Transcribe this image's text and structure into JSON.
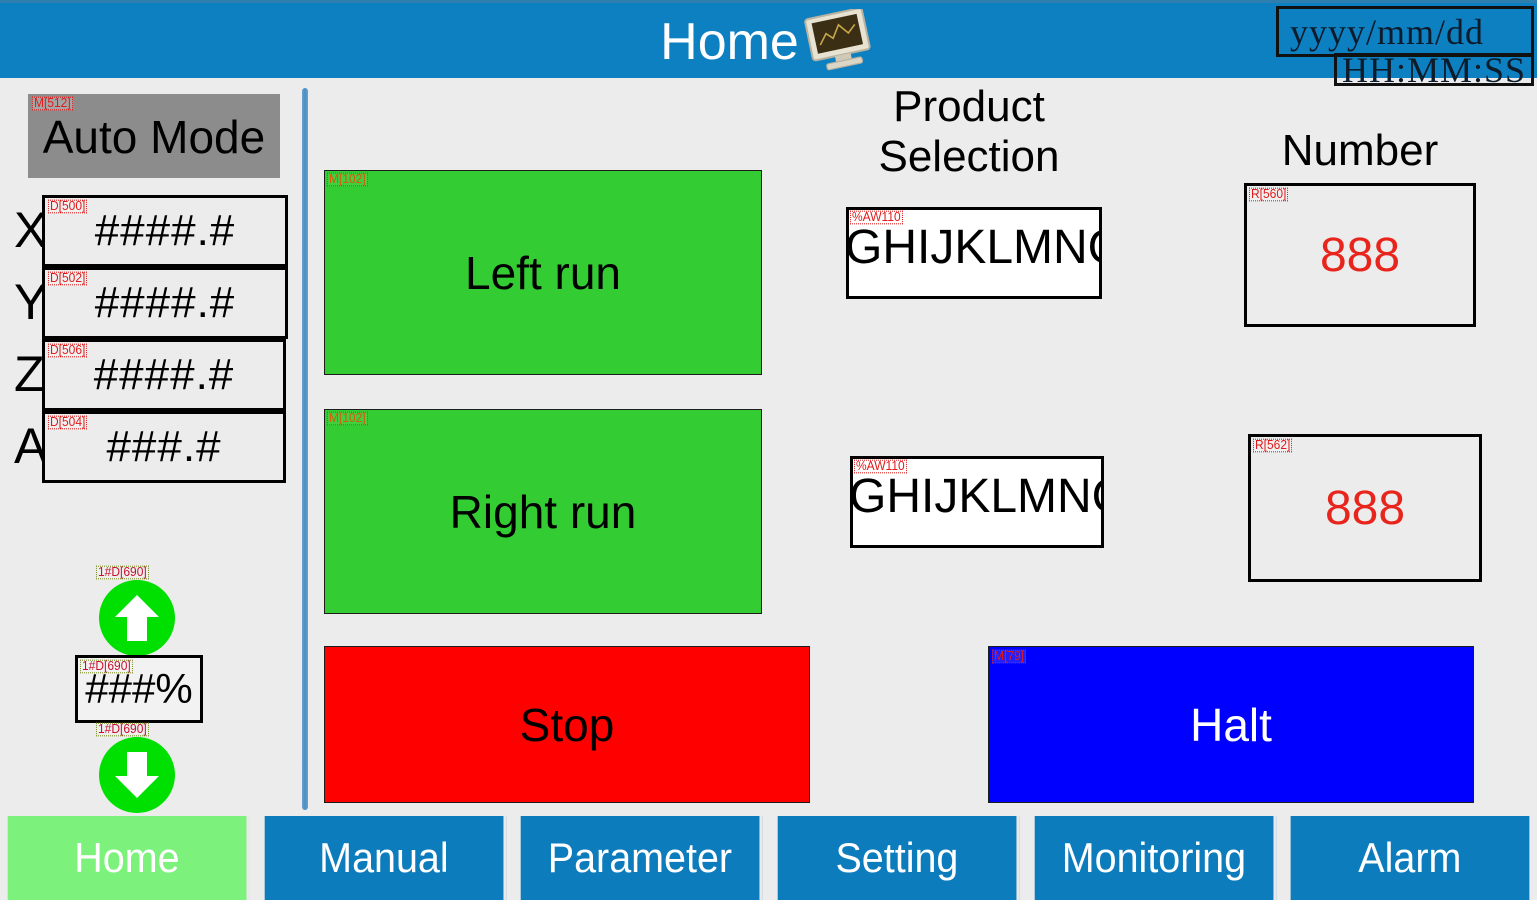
{
  "header": {
    "title": "Home",
    "icon": "monitor-icon",
    "date": "yyyy/mm/dd",
    "time": "HH:MM:SS"
  },
  "left_panel": {
    "mode": {
      "label": "Auto Mode",
      "tag": "M[512]",
      "bg_color": "#8c8c8c"
    },
    "axes": [
      {
        "letter": "X",
        "value": "####.#",
        "tag": "D[500]"
      },
      {
        "letter": "Y",
        "value": "####.#",
        "tag": "D[502]"
      },
      {
        "letter": "Z",
        "value": "####.#",
        "tag": "D[506]"
      },
      {
        "letter": "A",
        "value": "###.#",
        "tag": "D[504]"
      }
    ],
    "speed": {
      "up_arrow": {
        "icon": "arrow-up-icon",
        "tag": "1#D[690]"
      },
      "value": {
        "text": "###%",
        "tag": "1#D[690]"
      },
      "down_arrow": {
        "icon": "arrow-down-icon",
        "tag": "1#D[690]"
      },
      "arrow_color": "#00e000"
    }
  },
  "main": {
    "buttons": [
      {
        "label": "Left run",
        "tag": "M[102]",
        "bg_color": "#33cc33",
        "text_color": "#000000"
      },
      {
        "label": "Right run",
        "tag": "M[102]",
        "bg_color": "#33cc33",
        "text_color": "#000000"
      },
      {
        "label": "Stop",
        "tag": "",
        "bg_color": "#ff0000",
        "text_color": "#000000"
      },
      {
        "label": "Halt",
        "tag": "M[79]",
        "bg_color": "#0000ff",
        "text_color": "#ffffff"
      }
    ],
    "product_selection": {
      "title": "Product\nSelection",
      "fields": [
        {
          "value": "GHIJKLMNO",
          "tag": "%AW110"
        },
        {
          "value": "GHIJKLMNO",
          "tag": "%AW110"
        }
      ]
    },
    "number": {
      "title": "Number",
      "fields": [
        {
          "value": "888",
          "tag": "R[560]",
          "color": "#e8251c"
        },
        {
          "value": "888",
          "tag": "R[562]",
          "color": "#e8251c"
        }
      ]
    }
  },
  "nav": {
    "items": [
      {
        "label": "Home",
        "active": true
      },
      {
        "label": "Manual",
        "active": false
      },
      {
        "label": "Parameter",
        "active": false
      },
      {
        "label": "Setting",
        "active": false
      },
      {
        "label": "Monitoring",
        "active": false
      },
      {
        "label": "Alarm",
        "active": false
      }
    ],
    "active_color": "#7cf27c",
    "inactive_color": "#0d7cbd"
  }
}
